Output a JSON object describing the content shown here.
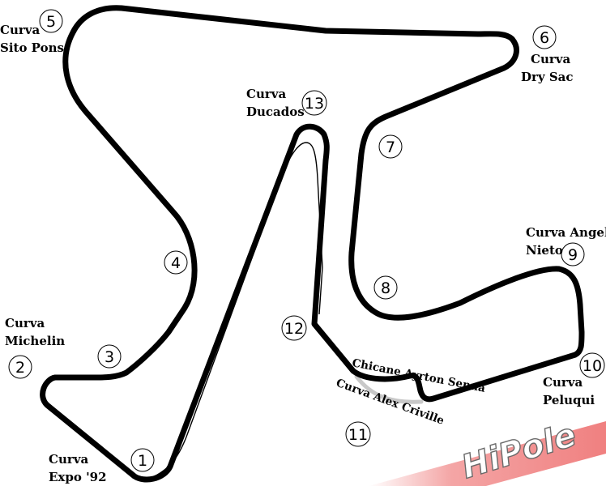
{
  "turns": [
    {
      "number": "1",
      "name_lines": [
        "Curva",
        "Expo '92"
      ]
    },
    {
      "number": "2",
      "name_lines": [
        "Curva",
        "Michelin"
      ]
    },
    {
      "number": "3",
      "name_lines": []
    },
    {
      "number": "4",
      "name_lines": []
    },
    {
      "number": "5",
      "name_lines": [
        "Curva",
        "Sito Pons"
      ]
    },
    {
      "number": "6",
      "name_lines": [
        "Curva",
        "Dry Sac"
      ]
    },
    {
      "number": "7",
      "name_lines": []
    },
    {
      "number": "8",
      "name_lines": []
    },
    {
      "number": "9",
      "name_lines": [
        "Curva Angel",
        "Nieto"
      ]
    },
    {
      "number": "10",
      "name_lines": [
        "Curva",
        "Peluqui"
      ]
    },
    {
      "number": "11",
      "name_lines": []
    },
    {
      "number": "12",
      "name_lines": []
    },
    {
      "number": "13",
      "name_lines": [
        "Curva",
        "Ducados"
      ]
    }
  ],
  "chicane_labels": {
    "main": "Chicane Ayrton Senna",
    "alternate": "Curva Alex Criville"
  },
  "logo_text": "HiPole",
  "colors": {
    "track": "#000000",
    "pit_lane": "#000000",
    "alternate_chicane": "#c8c8c8",
    "logo_stripe": "#f08080"
  }
}
